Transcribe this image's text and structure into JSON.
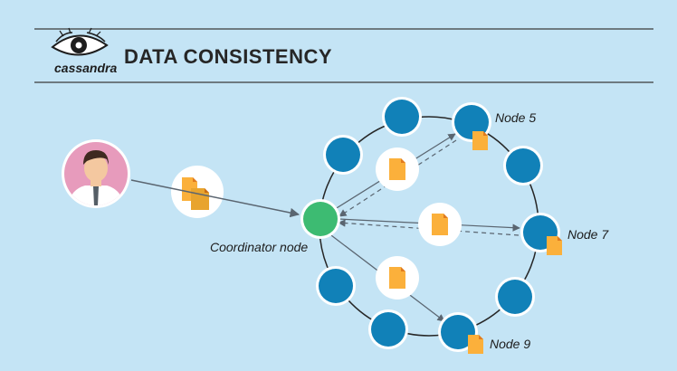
{
  "header": {
    "logo_text": "cassandra",
    "title": "DATA CONSISTENCY"
  },
  "labels": {
    "coordinator": "Coordinator node",
    "node5": "Node 5",
    "node7": "Node 7",
    "node9": "Node 9"
  },
  "colors": {
    "background": "#c4e4f5",
    "node": "#1181b8",
    "coordinator": "#3dbb72",
    "document": "#fbb03b",
    "arrow": "#5a6570",
    "ring": "#262626"
  },
  "icons": {
    "user": "user-avatar-icon",
    "request_documents": "documents-icon",
    "replica_document": "document-icon"
  }
}
